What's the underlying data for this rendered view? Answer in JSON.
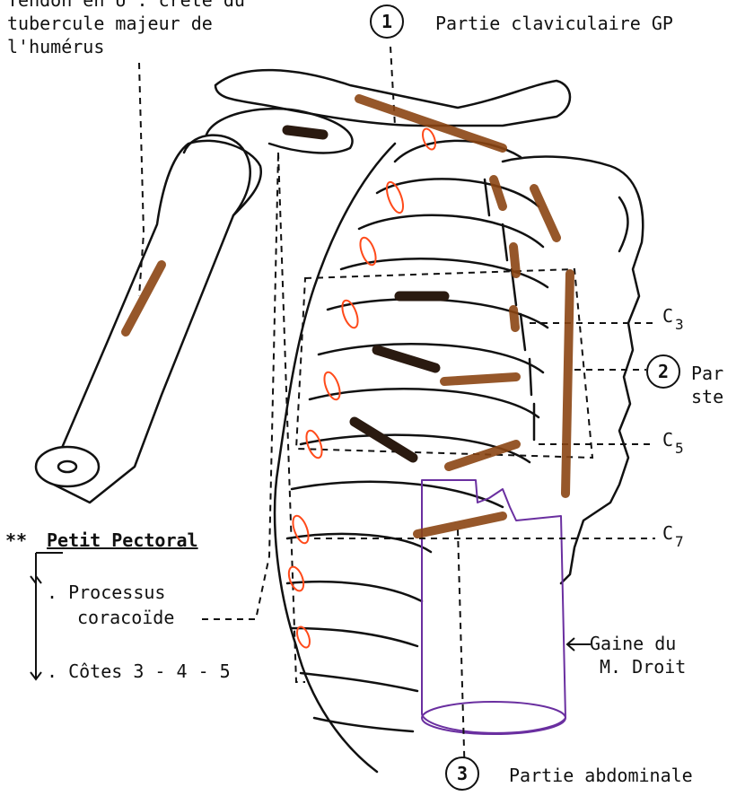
{
  "colors": {
    "ink": "#111111",
    "insertion_brown": "#8b4513",
    "origin_black": "#2a1a10",
    "rib_orange": "#ff4a1a",
    "sheath_purple": "#6a2fa0"
  },
  "labels": {
    "tendon_line1": "Tendon en U : crête du",
    "tendon_line2": "tubercule majeur de",
    "tendon_line3": "l'humérus",
    "part1_number": "1",
    "part1_label": "Partie claviculaire GP",
    "part2_number": "2",
    "part2_label_l1": "Par",
    "part2_label_l2": "ste",
    "part3_number": "3",
    "part3_label": "Partie abdominale",
    "c3_letter": "C",
    "c3_sub": "3",
    "c5_letter": "C",
    "c5_sub": "5",
    "c7_letter": "C",
    "c7_sub": "7",
    "petit_stars": "**",
    "petit_title": "Petit Pectoral",
    "processus_l1": ". Processus",
    "processus_l2": "coracoïde",
    "cotes": ". Côtes 3 - 4 - 5",
    "gaine_l1": "Gaine du",
    "gaine_l2": "M. Droit"
  }
}
